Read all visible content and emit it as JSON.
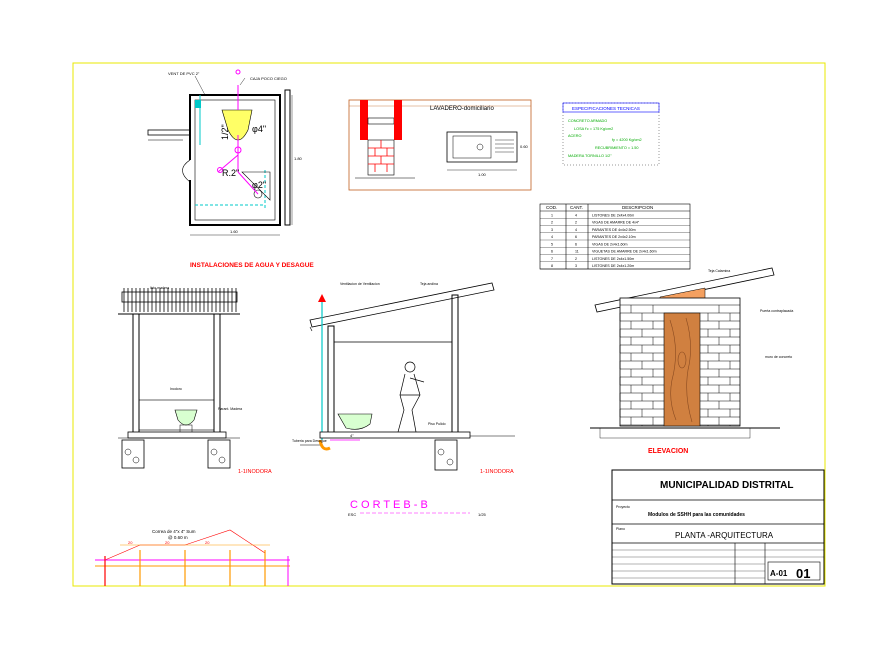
{
  "title_block": {
    "municipality": "MUNICIPALIDAD DISTRITAL",
    "project_label": "Proyecto",
    "project": "Modulos de SSHH para las comunidades",
    "plan_label": "Plano",
    "plan": "PLANTA -ARQUITECTURA",
    "sheet_code": "A-01",
    "sheet_number": "01"
  },
  "plan_view": {
    "title": "INSTALACIONES DE AGUA Y DESAGUE",
    "callout_vent": "VENT DE PVC 2\"",
    "callout_drain": "CAJA POCO CIEGO",
    "pipe_1": "1/2\"",
    "pipe_2": "φ4\"",
    "pipe_3": "R.2\"",
    "pipe_4": "φ2\"",
    "dim_bottom": "1.60",
    "dim_right": "1.80"
  },
  "washbasin": {
    "title": "LAVADERO-domiciliario",
    "dim_width": "0.60",
    "dim_length": "1.00"
  },
  "specs": {
    "title": "ESPECIFICACIONES TECNICAS",
    "lines": [
      "CONCRETO ARMADO",
      "LOSA        f'c = 175 Kg/cm2",
      "ACERO",
      "fy = 4200 Kg/cm2",
      "RECUBRIMIENTO = 1.50",
      "MADERA TORNILLO 1/2\""
    ]
  },
  "table": {
    "headers": [
      "COD.",
      "CANT.",
      "DESCRIPCION"
    ],
    "rows": [
      [
        "1",
        "4",
        "LISTONES DE 2x4x4.00m"
      ],
      [
        "2",
        "2",
        "VIGAS DE AMARRE DE 4x4\""
      ],
      [
        "3",
        "4",
        "PARANTES DE 4x4x2.50m"
      ],
      [
        "4",
        "6",
        "PARANTES DE 2x4x2.10m"
      ],
      [
        "5",
        "6",
        "VIGAS DE 2x4x1.60m"
      ],
      [
        "6",
        "11",
        "VIGUETAS DE AMARRE DE 2x4x1.60m"
      ],
      [
        "7",
        "2",
        "LISTONES DE 2x4x1.50m"
      ],
      [
        "8",
        "3",
        "LISTONES DE 2x4x1.20m"
      ]
    ]
  },
  "section_left": {
    "label_top": "listo madera",
    "label_seat": "Inodoro",
    "label_right": "Parant. Madera",
    "caption": "1-1INODORA"
  },
  "section_bb": {
    "caption": "C O R T E   B - B",
    "scale_left": "ESC",
    "scale_right": "1/25",
    "label_vent": "Ventilacion de Ventilacion",
    "label_roof": "Teja andina",
    "label_floor": "Piso Pulido",
    "label_drain": "Tuberia para Desague",
    "pipe_size": "4\"",
    "caption_right": "1-1INODORA"
  },
  "elevation": {
    "caption": "ELEVACION",
    "label_roof": "Teja Calamina",
    "label_door": "Puerta contraplacada",
    "label_wall": "muro de concreto"
  },
  "bottom_detail": {
    "label_1": "Correa de 4\"x 4\" Sum",
    "label_2": "@ 0.60 m",
    "dims": [
      "20",
      "20",
      "20"
    ]
  },
  "colors": {
    "background": "#ffffff",
    "frame": "#ffff00",
    "linework": "#000000",
    "red": "#ff0000",
    "magenta": "#ff00ff",
    "cyan": "#00c8c8",
    "yellow": "#e8e800",
    "orange": "#ff9900",
    "roof_tile": "#f4a060",
    "door_wood": "#d08040",
    "green_spec": "#00aa00"
  }
}
